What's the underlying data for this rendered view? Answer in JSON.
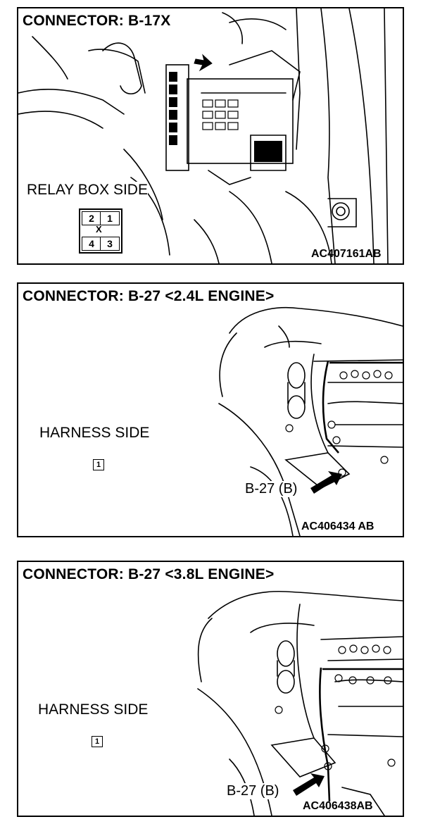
{
  "panels": [
    {
      "title": "CONNECTOR: B-17X",
      "side_label": "RELAY BOX SIDE",
      "code": "AC407161AB",
      "pins": [
        "2",
        "1",
        "4",
        "3"
      ],
      "pin_mark": "X"
    },
    {
      "title": "CONNECTOR: B-27 <2.4L ENGINE>",
      "side_label": "HARNESS SIDE",
      "code": "AC406434 AB",
      "callout": "B-27 (B)",
      "pin": "1"
    },
    {
      "title": "CONNECTOR: B-27 <3.8L ENGINE>",
      "side_label": "HARNESS SIDE",
      "code": "AC406438AB",
      "callout": "B-27 (B)",
      "pin": "1"
    }
  ]
}
